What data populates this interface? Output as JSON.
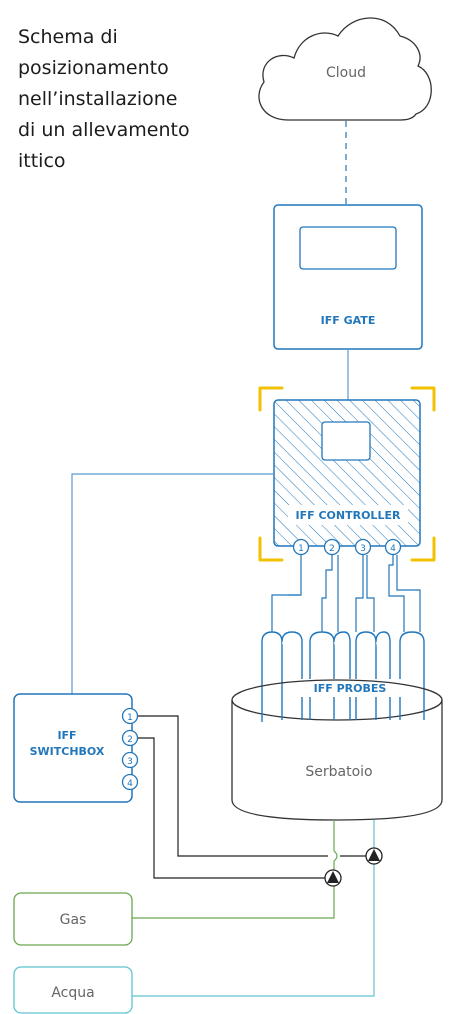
{
  "title_lines": [
    "Schema di",
    "posizionamento",
    "nell’installazione",
    "di un allevamento",
    "ittico"
  ],
  "cloud": {
    "label": "Cloud"
  },
  "gate": {
    "label": "IFF GATE"
  },
  "controller": {
    "label": "IFF CONTROLLER",
    "ports": [
      "1",
      "2",
      "3",
      "4"
    ]
  },
  "probes": {
    "label": "IFF PROBES"
  },
  "switchbox": {
    "label_line1": "IFF",
    "label_line2": "SWITCHBOX",
    "ports": [
      "1",
      "2",
      "3",
      "4"
    ]
  },
  "tank": {
    "label": "Serbatoio"
  },
  "gas": {
    "label": "Gas"
  },
  "water": {
    "label": "Acqua"
  },
  "colors": {
    "device_blue": "#2277bb",
    "text_dark": "#1c1c1c",
    "highlight_yellow": "#f2c200",
    "gas_green": "#6aa84f",
    "water_cyan": "#5fc4cf",
    "wire_black": "#222222",
    "outline_gray": "#333333",
    "muted_text": "#666666"
  }
}
